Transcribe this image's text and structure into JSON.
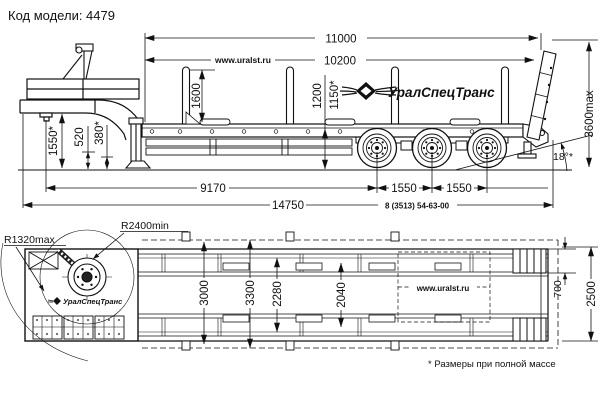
{
  "header": {
    "model_code": "Код модели: 4479"
  },
  "brand": {
    "name": "УралСпецТранс",
    "website": "www.uralst.ru",
    "phone": "8 (3513) 54-63-00"
  },
  "side_view": {
    "overall_length": "11000",
    "platform_length": "10200",
    "stake_height": "1600",
    "deck_height": "1200",
    "deck_height_laden": "1150*",
    "fifth_wheel_height": "1550*",
    "clearance_mid": "520",
    "clearance_low": "380*",
    "kingpin_to_first_axle": "9170",
    "axle_spacing_1": "1550",
    "axle_spacing_2": "1550",
    "overall_trailer_length": "14750",
    "overall_height": "3600max",
    "ramp_angle": "18°*"
  },
  "plan_view": {
    "front_swing_radius": "R1320max",
    "rear_swing_radius": "R2400min",
    "width_over_stake_pockets": "3000",
    "overall_width": "3300",
    "inner_width_front": "2280",
    "inner_width_rear": "2040",
    "ramp_width": "700",
    "frame_width": "2500"
  },
  "footnote": "* Размеры при полной массе"
}
